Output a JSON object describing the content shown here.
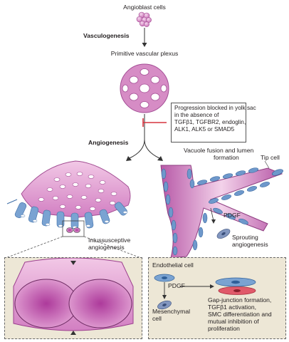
{
  "labels": {
    "angioblast_cells": "Angioblast cells",
    "vasculogenesis": "Vasculogenesis",
    "primitive_plexus": "Primitive vascular plexus",
    "angiogenesis": "Angiogenesis",
    "vacuole_fusion_line1": "Vacuole fusion and lumen",
    "vacuole_fusion_line2": "formation",
    "tip_cell": "Tip cell",
    "pdgf_upper": "PDGF",
    "sprouting_line1": "Sprouting",
    "sprouting_line2": "angiogenesis",
    "intussusceptive_line1": "Intussusceptive",
    "intussusceptive_line2": "angiogenesis",
    "endothelial_cell": "Endothelial cell",
    "pdgf_lower": "PDGF",
    "mesenchymal_line1": "Mesenchymal",
    "mesenchymal_line2": "cell",
    "gap_junction_lines": [
      "Gap-junction formation,",
      "TGFβ1 activation,",
      "SMC differentiation and",
      "mutual inhibition of",
      "proliferation"
    ]
  },
  "note": {
    "lines": [
      "Progression blocked in yolk sac",
      "in the absence of",
      "TGFβ1, TGFBR2, endoglin,",
      "ALK1, ALK5 or SMAD5"
    ]
  },
  "colors": {
    "vessel_pink": "#d37cc0",
    "vessel_light": "#f0cfe6",
    "endothelial_blue": "#5f8ec4",
    "inhibit_red": "#d5333f",
    "panel_bg": "#ede7d6"
  }
}
